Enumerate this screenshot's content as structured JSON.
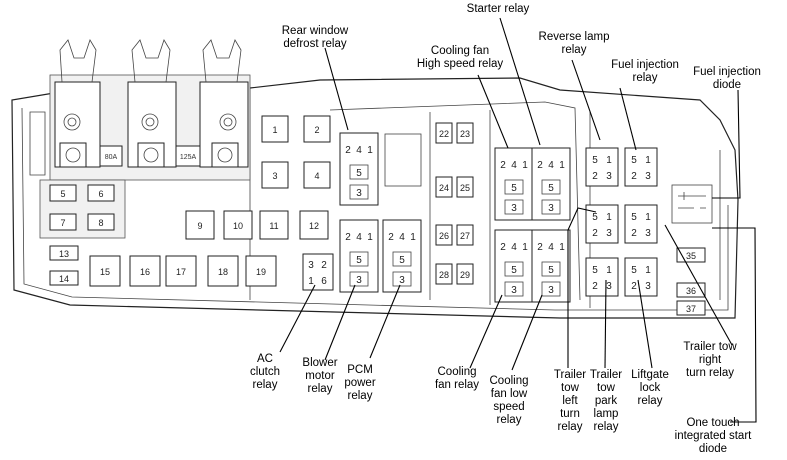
{
  "callouts": [
    {
      "id": "rear-window-defrost",
      "lines": [
        "Rear window",
        "defrost relay"
      ]
    },
    {
      "id": "starter",
      "lines": [
        "Starter relay"
      ]
    },
    {
      "id": "cooling-fan-high",
      "lines": [
        "Cooling fan",
        "High speed relay"
      ]
    },
    {
      "id": "reverse-lamp",
      "lines": [
        "Reverse lamp",
        "relay"
      ]
    },
    {
      "id": "fuel-injection-relay",
      "lines": [
        "Fuel injection",
        "relay"
      ]
    },
    {
      "id": "fuel-injection-diode",
      "lines": [
        "Fuel injection",
        "diode"
      ]
    },
    {
      "id": "ac-clutch",
      "lines": [
        "AC",
        "clutch",
        "relay"
      ]
    },
    {
      "id": "blower-motor",
      "lines": [
        "Blower",
        "motor",
        "relay"
      ]
    },
    {
      "id": "pcm-power",
      "lines": [
        "PCM",
        "power",
        "relay"
      ]
    },
    {
      "id": "cooling-fan",
      "lines": [
        "Cooling",
        "fan relay"
      ]
    },
    {
      "id": "cooling-fan-low",
      "lines": [
        "Cooling",
        "fan low",
        "speed",
        "relay"
      ]
    },
    {
      "id": "trailer-tow-left",
      "lines": [
        "Trailer",
        "tow",
        "left",
        "turn",
        "relay"
      ]
    },
    {
      "id": "trailer-tow-park",
      "lines": [
        "Trailer",
        "tow",
        "park",
        "lamp",
        "relay"
      ]
    },
    {
      "id": "liftgate-lock",
      "lines": [
        "Liftgate",
        "lock",
        "relay"
      ]
    },
    {
      "id": "trailer-tow-right",
      "lines": [
        "Trailer tow",
        "right",
        "turn relay"
      ]
    },
    {
      "id": "one-touch-diode",
      "lines": [
        "One touch",
        "integrated start",
        "diode"
      ]
    }
  ],
  "fuses": {
    "maxi": [
      "80A",
      "125A"
    ],
    "cartridge": [
      "1",
      "2",
      "3",
      "4"
    ],
    "small_left": [
      "5",
      "6",
      "7",
      "8"
    ],
    "large": [
      "9",
      "10",
      "11",
      "12"
    ],
    "small_low": [
      "13",
      "14"
    ],
    "bottom": [
      "15",
      "16",
      "17",
      "18",
      "19"
    ],
    "mini": [
      "22",
      "23",
      "24",
      "25",
      "26",
      "27",
      "28",
      "29"
    ],
    "side": [
      "35",
      "36",
      "37"
    ]
  },
  "relays": {
    "iso": {
      "top": [
        "2",
        "4",
        "1"
      ],
      "mid": "5",
      "bot": "3"
    },
    "micro": {
      "top": [
        "5",
        "1"
      ],
      "bot": [
        "2",
        "3"
      ]
    },
    "ac_relay": [
      "3",
      "2",
      "1",
      "6"
    ]
  },
  "colors": {
    "line": "#222222",
    "text": "#000000",
    "background": "#ffffff"
  }
}
